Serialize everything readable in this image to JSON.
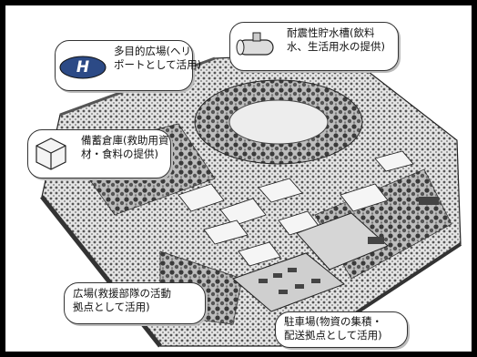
{
  "callouts": {
    "helipad": {
      "line1": "多目的広場(ヘリ",
      "line2": "ポートとして活用)",
      "icon_letter": "H",
      "icon": "helipad-icon"
    },
    "water_tank": {
      "line1": "耐震性貯水槽(飲料",
      "line2": "水、生活用水の提供)",
      "icon": "water-tank-icon"
    },
    "storage": {
      "line1": "備蓄倉庫(救助用資",
      "line2": "材・食料の提供)",
      "icon": "warehouse-icon"
    },
    "plaza": {
      "line1": "広場(救援部隊の活動",
      "line2": "拠点として活用)"
    },
    "parking": {
      "line1": "駐車場(物資の集積・",
      "line2": "配送拠点として活用)"
    }
  },
  "colors": {
    "frame": "#000000",
    "paper": "#ffffff",
    "ink": "#222222",
    "helipad_icon": "#2c4a86"
  }
}
